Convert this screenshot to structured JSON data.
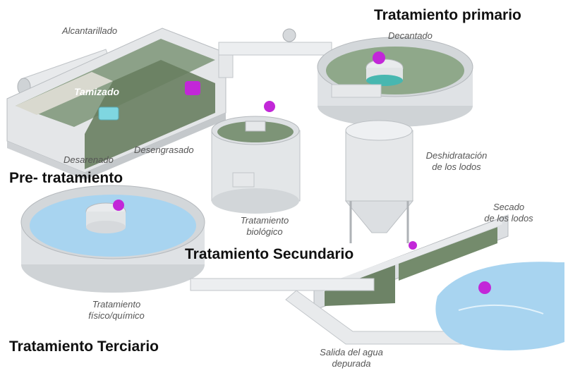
{
  "stages": {
    "primary": "Tratamiento primario",
    "pre": "Pre- tratamiento",
    "secondary": "Tratamiento  Secundario",
    "tertiary": "Tratamiento Terciario"
  },
  "labels": {
    "alcantarillado": "Alcantarillado",
    "decantado": "Decantado",
    "tamizado": "Tamizado",
    "desarenado": "Desarenado",
    "desengrasado": "Desengrasado",
    "deshidratacion_1": "Deshidratación",
    "deshidratacion_2": "de los lodos",
    "secado_1": "Secado",
    "secado_2": "de los lodos",
    "biologico_1": "Tratamiento",
    "biologico_2": "biológico",
    "fisico_1": "Tratamiento",
    "fisico_2": "físico/químico",
    "salida_1": "Salida del agua",
    "salida_2": "depurada"
  },
  "colors": {
    "water_blue": "#a8d4f0",
    "sludge_green": "#6f8a66",
    "pipe_gray": "#e6e8ea",
    "marker_purple": "#c227d8"
  }
}
